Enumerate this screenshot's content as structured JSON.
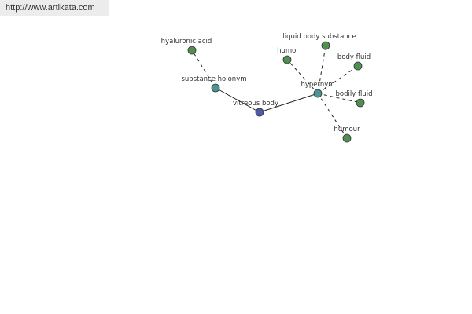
{
  "watermark": {
    "text": "http://www.artikata.com"
  },
  "colors": {
    "center": "#4f5aa8",
    "relation": "#4a9494",
    "term": "#4f8f4f",
    "outline": "#333333",
    "edge": "#222222"
  },
  "graph": {
    "nodes": [
      {
        "id": "vitreous-body",
        "label": "vitreous body",
        "kind": "center"
      },
      {
        "id": "substance-holonym",
        "label": "substance holonym",
        "kind": "relation"
      },
      {
        "id": "hypernym",
        "label": "hypernym",
        "kind": "relation"
      },
      {
        "id": "hyaluronic-acid",
        "label": "hyaluronic acid",
        "kind": "term"
      },
      {
        "id": "liquid-body-substance",
        "label": "liquid body substance",
        "kind": "term"
      },
      {
        "id": "humor",
        "label": "humor",
        "kind": "term"
      },
      {
        "id": "body-fluid",
        "label": "body fluid",
        "kind": "term"
      },
      {
        "id": "bodily-fluid",
        "label": "bodily fluid",
        "kind": "term"
      },
      {
        "id": "humour",
        "label": "humour",
        "kind": "term"
      }
    ],
    "edges": [
      {
        "from": "vitreous-body",
        "to": "substance-holonym",
        "style": "solid"
      },
      {
        "from": "vitreous-body",
        "to": "hypernym",
        "style": "solid"
      },
      {
        "from": "substance-holonym",
        "to": "hyaluronic-acid",
        "style": "dashed"
      },
      {
        "from": "hypernym",
        "to": "liquid-body-substance",
        "style": "dashed"
      },
      {
        "from": "hypernym",
        "to": "humor",
        "style": "dashed"
      },
      {
        "from": "hypernym",
        "to": "body-fluid",
        "style": "dashed"
      },
      {
        "from": "hypernym",
        "to": "bodily-fluid",
        "style": "dashed"
      },
      {
        "from": "hypernym",
        "to": "humour",
        "style": "dashed"
      }
    ]
  }
}
